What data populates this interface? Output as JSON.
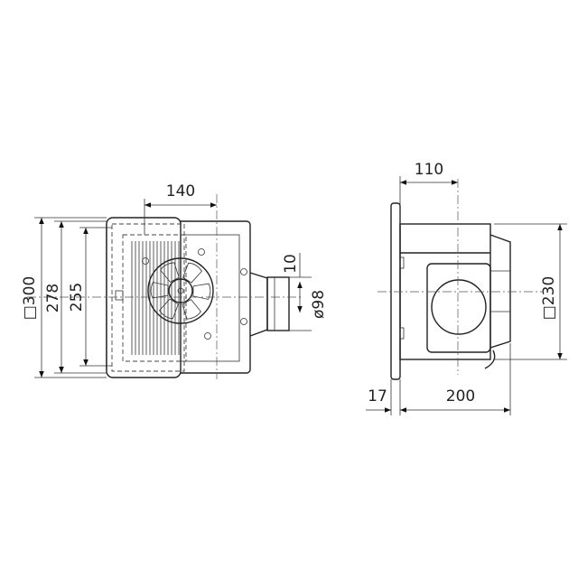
{
  "front_view": {
    "dimensions": {
      "width_top": "140",
      "outer_square": "□300",
      "height_mid": "278",
      "height_inner": "255",
      "offset": "10",
      "duct_diameter": "ø98"
    }
  },
  "side_view": {
    "dimensions": {
      "center_offset": "110",
      "body_square": "□230",
      "flange": "17",
      "depth": "200"
    }
  }
}
